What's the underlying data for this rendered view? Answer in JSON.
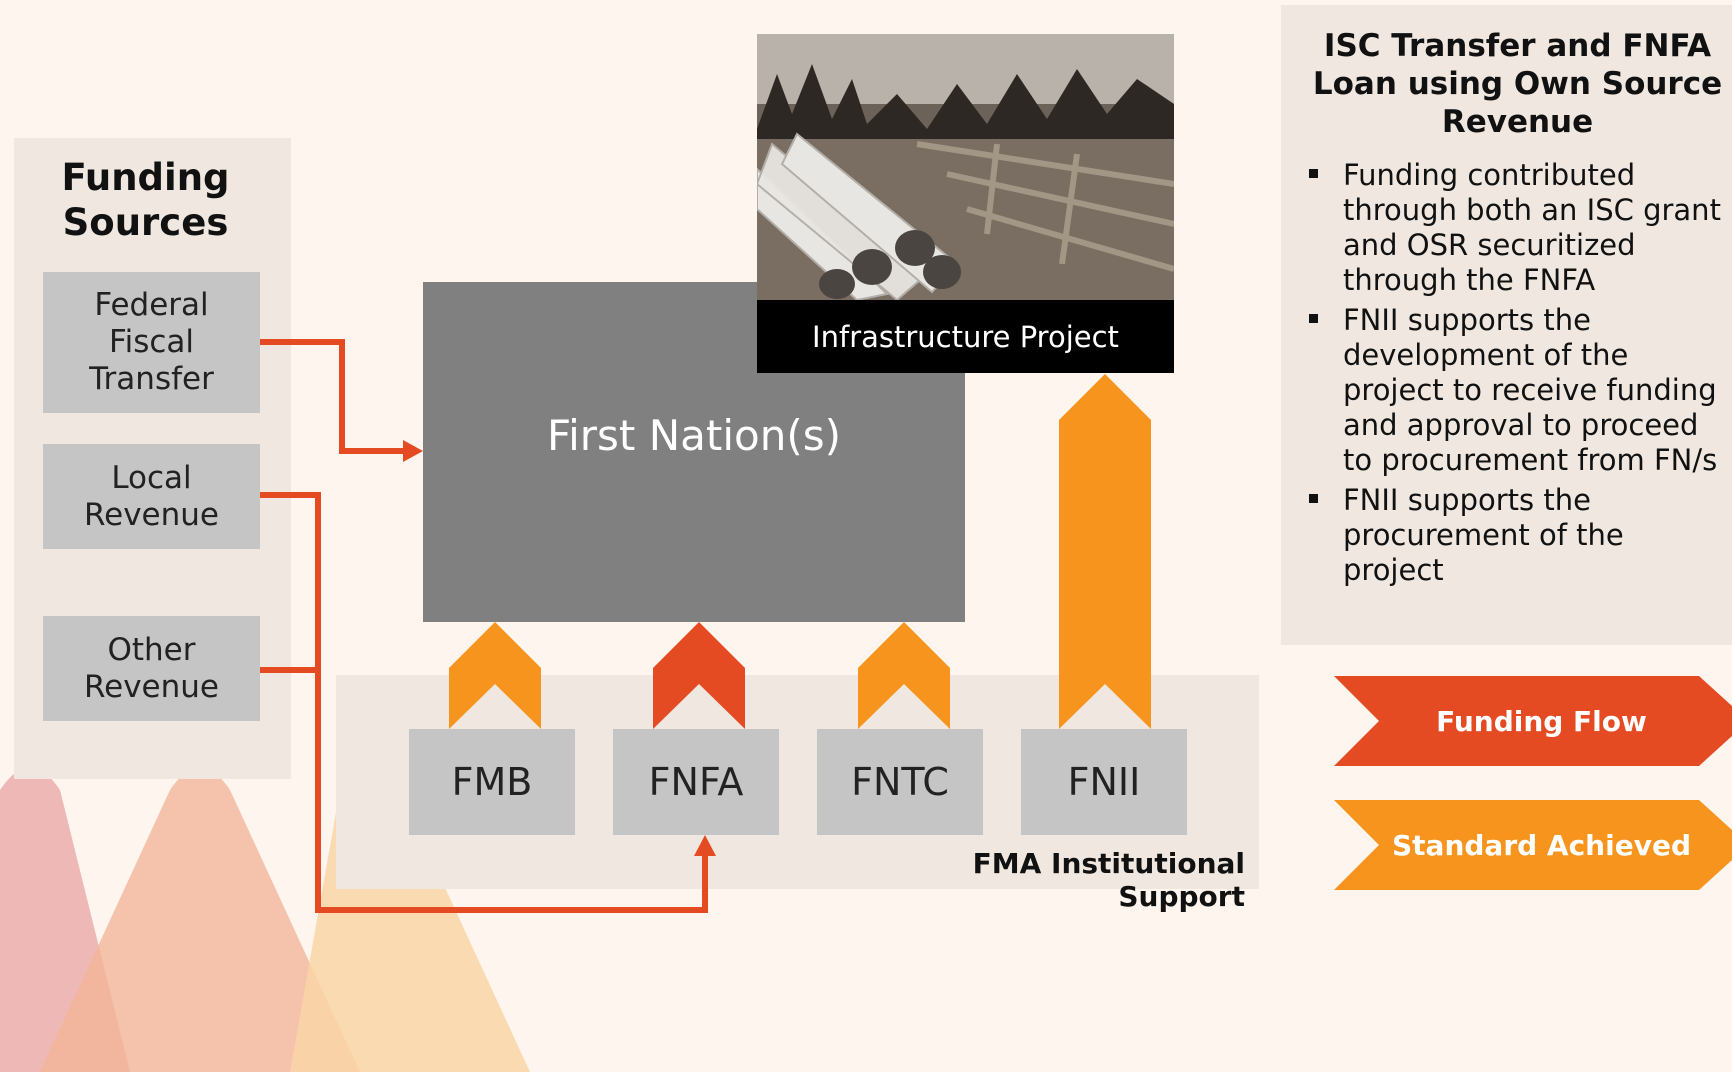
{
  "colors": {
    "background": "#fdf5ee",
    "panel": "#efe7e0",
    "box_gray": "#c5c5c5",
    "first_nation_box": "#808080",
    "funding_flow": "#e54b23",
    "standard_achieved": "#f7941e"
  },
  "funding_sources": {
    "title": "Funding\nSources",
    "items": [
      {
        "label": "Federal\nFiscal\nTransfer"
      },
      {
        "label": "Local\nRevenue"
      },
      {
        "label": "Other\nRevenue"
      }
    ]
  },
  "center": {
    "first_nation_label": "First Nation(s)",
    "project_caption": "Infrastructure Project"
  },
  "institutions": {
    "items": [
      {
        "label": "FMB",
        "arrow": "standard_achieved"
      },
      {
        "label": "FNFA",
        "arrow": "funding_flow"
      },
      {
        "label": "FNTC",
        "arrow": "standard_achieved"
      },
      {
        "label": "FNII",
        "arrow": "standard_achieved"
      }
    ],
    "panel_label": "FMA Institutional Support"
  },
  "side_panel": {
    "title": "ISC Transfer and FNFA Loan using Own Source Revenue",
    "bullets": [
      "Funding contributed through both an ISC grant and OSR securitized through the FNFA",
      "FNII supports the development of the project to receive funding and approval to proceed to procurement from FN/s",
      "FNII supports the procurement of the project"
    ]
  },
  "legend": {
    "funding_flow": "Funding Flow",
    "standard_achieved": "Standard Achieved"
  }
}
